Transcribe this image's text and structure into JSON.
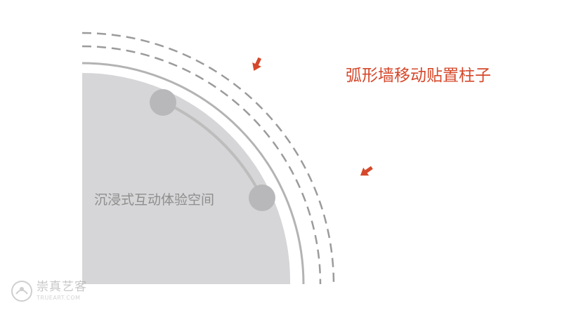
{
  "diagram": {
    "title": "弧形墙移动贴置柱子",
    "space_label": "沉浸式互动体验空间"
  },
  "colors": {
    "fill": "#d6d6d8",
    "wall": "#b3b3b3",
    "pillar": "#b8b8ba",
    "accent": "#d5482b",
    "dash": "#9b9b9b"
  },
  "icons": {
    "arrow": "arrow-down-left-icon",
    "pillar": "pillar-circle-icon"
  },
  "watermark": {
    "cn": "崇真艺客",
    "en": "TRUEART.COM"
  }
}
